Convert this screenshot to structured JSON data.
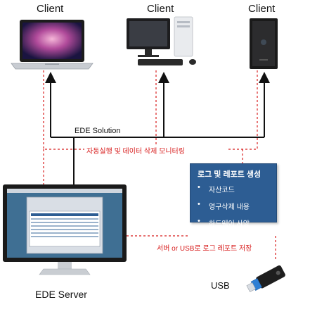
{
  "clients": [
    {
      "label": "Client",
      "device": "laptop"
    },
    {
      "label": "Client",
      "device": "desktop"
    },
    {
      "label": "Client",
      "device": "tower"
    }
  ],
  "network_label": "EDE Solution",
  "monitoring_label": "자동실행 및 데이터 삭제 모니터링",
  "report": {
    "title": "로그 및 레포트 생성",
    "items": [
      "자산코드",
      "영구삭제 내용",
      "하드웨어 사양"
    ]
  },
  "storage_label": "서버 or USB로 로그 레포트 저장",
  "server_label": "EDE Server",
  "usb_label": "USB",
  "colors": {
    "accent_red": "#d81e1e",
    "report_box": "#2d5d93",
    "line_black": "#111111"
  }
}
